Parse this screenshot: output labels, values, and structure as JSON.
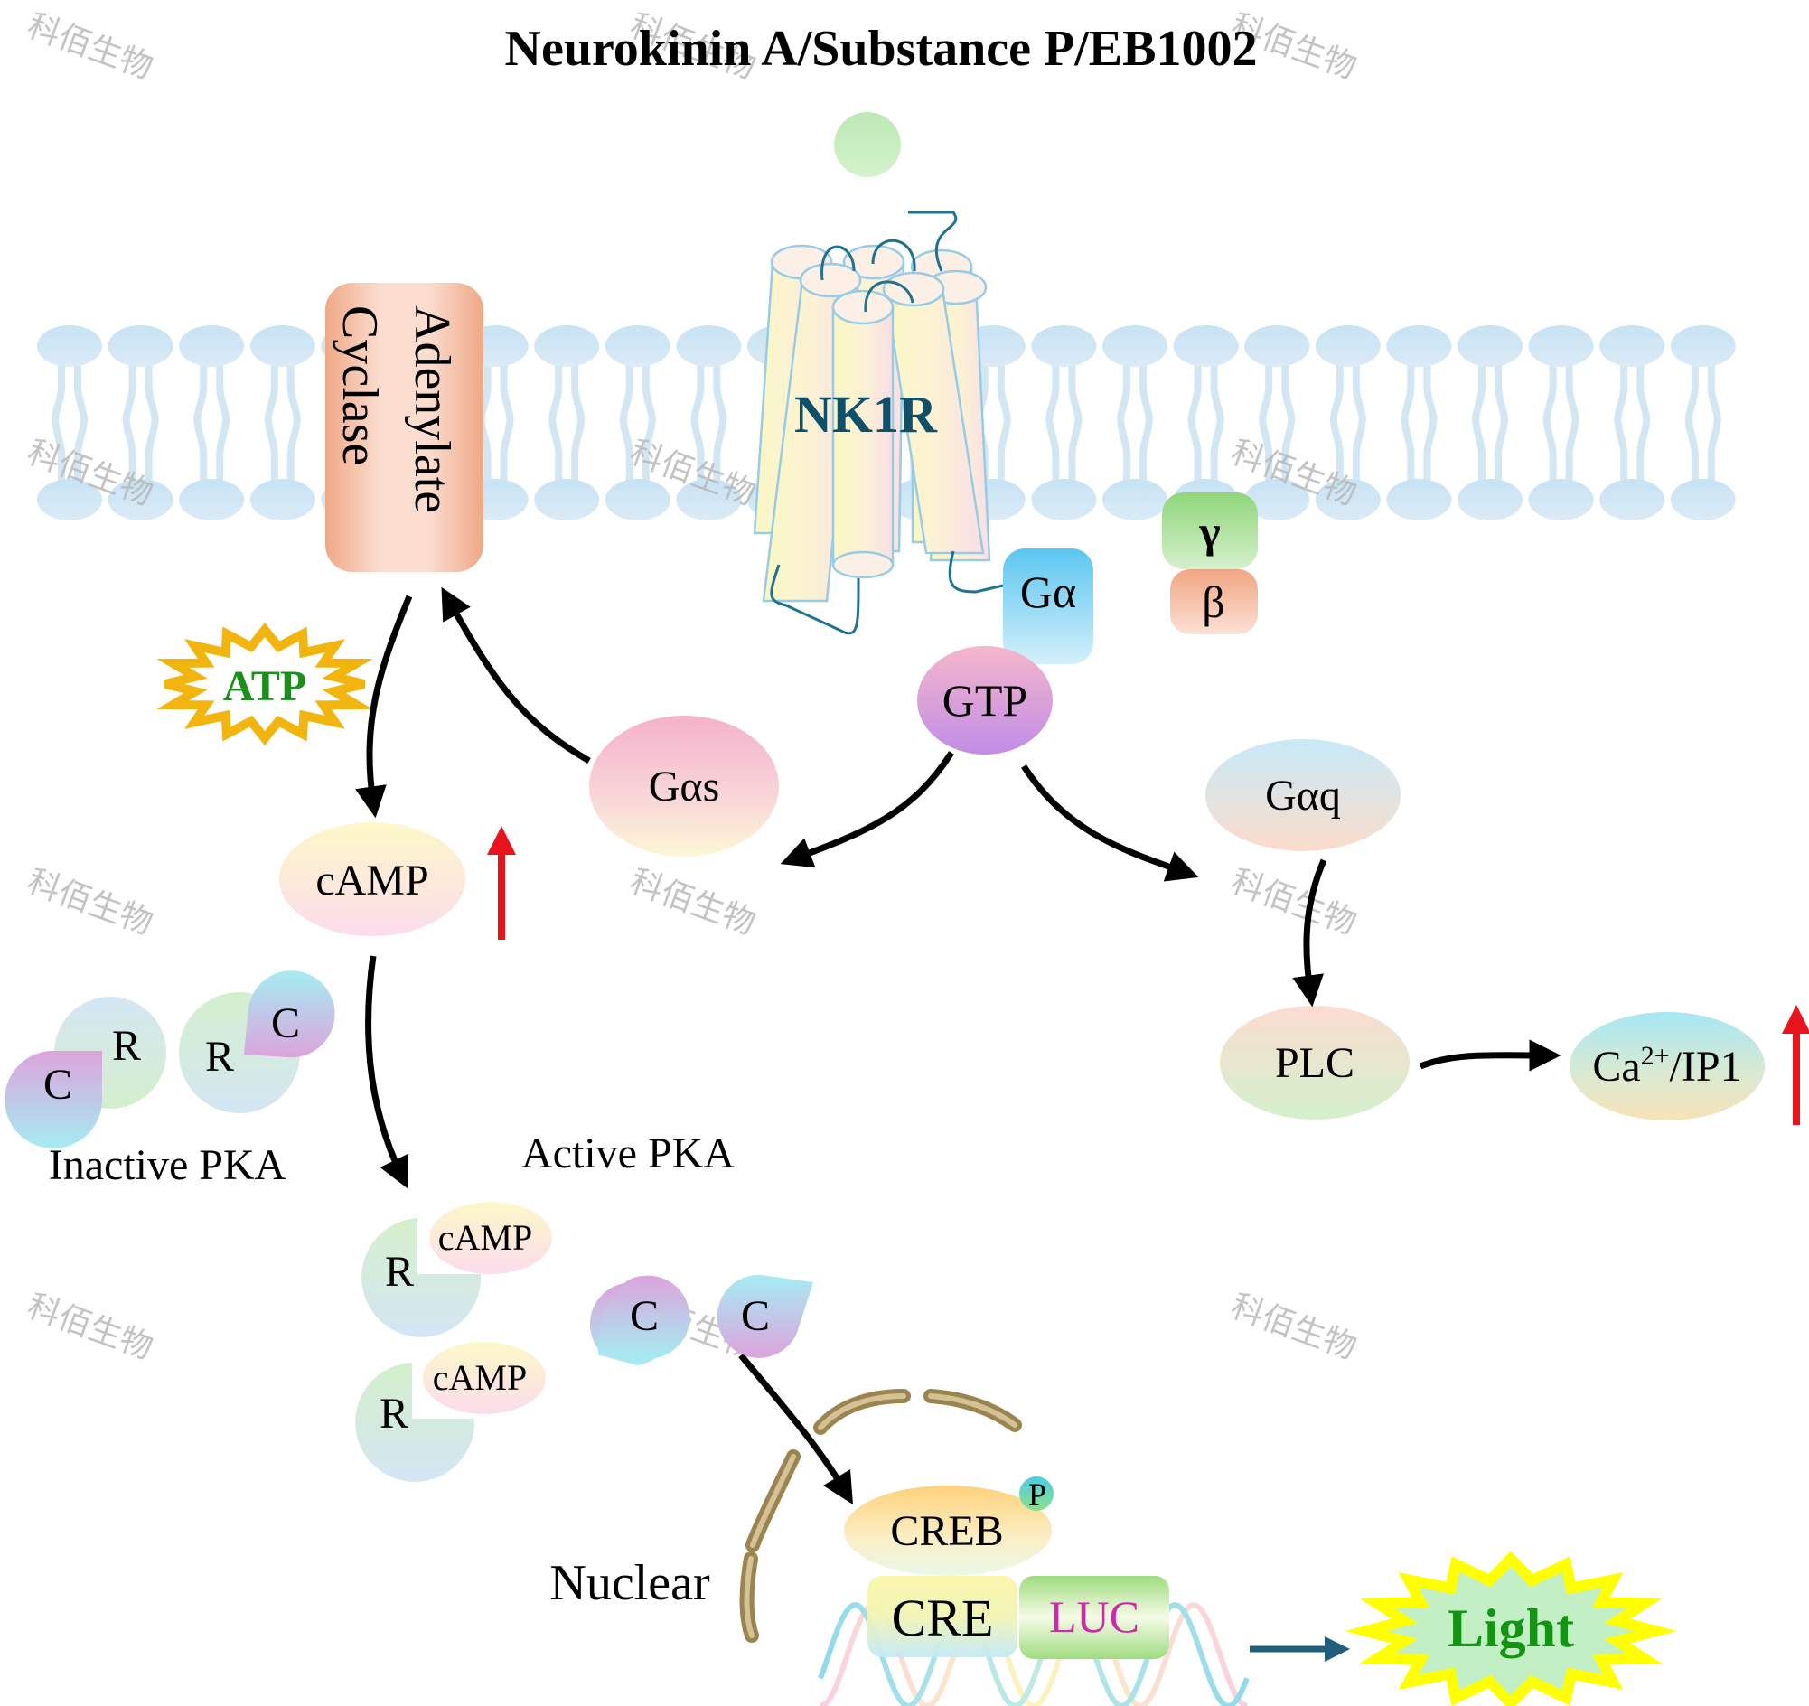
{
  "title": "Neurokinin A/Substance P/EB1002",
  "watermark": "科佰生物",
  "ligand": {
    "name": "ligand-ball"
  },
  "receptor": {
    "label": "NK1R"
  },
  "membrane": {
    "lipid_count_per_row": 24
  },
  "adenylate_cyclase": {
    "line1": "Adenylate",
    "line2": "Cyclase"
  },
  "g_protein": {
    "alpha": "Gα",
    "beta": "β",
    "gamma": "γ",
    "gtp": "GTP"
  },
  "nodes": {
    "atp": "ATP",
    "camp": "cAMP",
    "gas": "Gαs",
    "gaq": "Gαq",
    "plc": "PLC",
    "ca_ip1": {
      "base": "Ca",
      "sup": "2+",
      "rest": "/IP1"
    },
    "creb": "CREB",
    "phospho": "P",
    "cre": "CRE",
    "luc": "LUC",
    "light": "Light",
    "nuclear": "Nuclear"
  },
  "pka": {
    "inactive_label": "Inactive PKA",
    "active_label": "Active PKA",
    "r": "R",
    "c": "C",
    "camp": "cAMP"
  },
  "colors": {
    "title": "#000000",
    "receptor_text": "#0e4f6a",
    "loop": "#1f7390",
    "atp_text": "#1a8f1a",
    "atp_star": "#f2b40f",
    "light_text": "#139413",
    "light_star": "#ffff00",
    "light_fill": "#c2efc4",
    "luc_text": "#cc2aa8",
    "increase_arrow": "#e8141b",
    "output_arrow": "#1f5e7c",
    "nuclear_envelope": "#9c8450"
  }
}
